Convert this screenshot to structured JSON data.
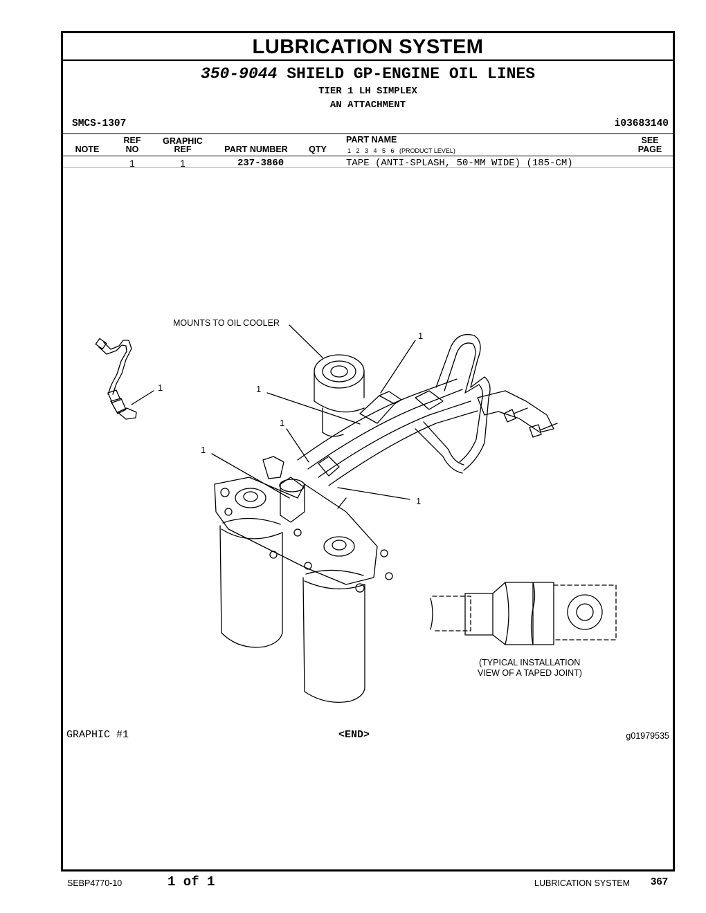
{
  "section_title": "LUBRICATION SYSTEM",
  "group": {
    "number": "350-9044",
    "name": "SHIELD GP-ENGINE OIL LINES",
    "line1": "TIER 1 LH SIMPLEX",
    "line2": "AN ATTACHMENT"
  },
  "smcs": "SMCS-1307",
  "info_ref": "i03683140",
  "columns": {
    "note": "NOTE",
    "ref_no_top": "REF",
    "ref_no_bottom": "NO",
    "graphic_ref_top": "GRAPHIC",
    "graphic_ref_bottom": "REF",
    "part_number": "PART NUMBER",
    "qty": "QTY",
    "part_name": "PART NAME",
    "product_levels": "1   2   3   4   5   6   (PRODUCT LEVEL)",
    "see_page_top": "SEE",
    "see_page_bottom": "PAGE"
  },
  "parts": [
    {
      "note": "",
      "ref_no": "1",
      "graphic_ref": "1",
      "part_number": "237-3860",
      "qty": "",
      "part_name": "TAPE (ANTI-SPLASH, 50-MM WIDE) (185-CM)",
      "see_page": ""
    }
  ],
  "illustration": {
    "callout_mounts": "MOUNTS TO OIL COOLER",
    "callouts": [
      "1",
      "1",
      "1",
      "1",
      "1",
      "1"
    ],
    "inset_line1": "(TYPICAL INSTALLATION",
    "inset_line2": "VIEW OF A TAPED JOINT)"
  },
  "graphic_label": "GRAPHIC #1",
  "end_label": "<END>",
  "graphic_ref_id": "g01979535",
  "footer": {
    "doc_number": "SEBP4770-10",
    "page_of": "1 of 1",
    "section": "LUBRICATION SYSTEM",
    "page_number": "367"
  }
}
